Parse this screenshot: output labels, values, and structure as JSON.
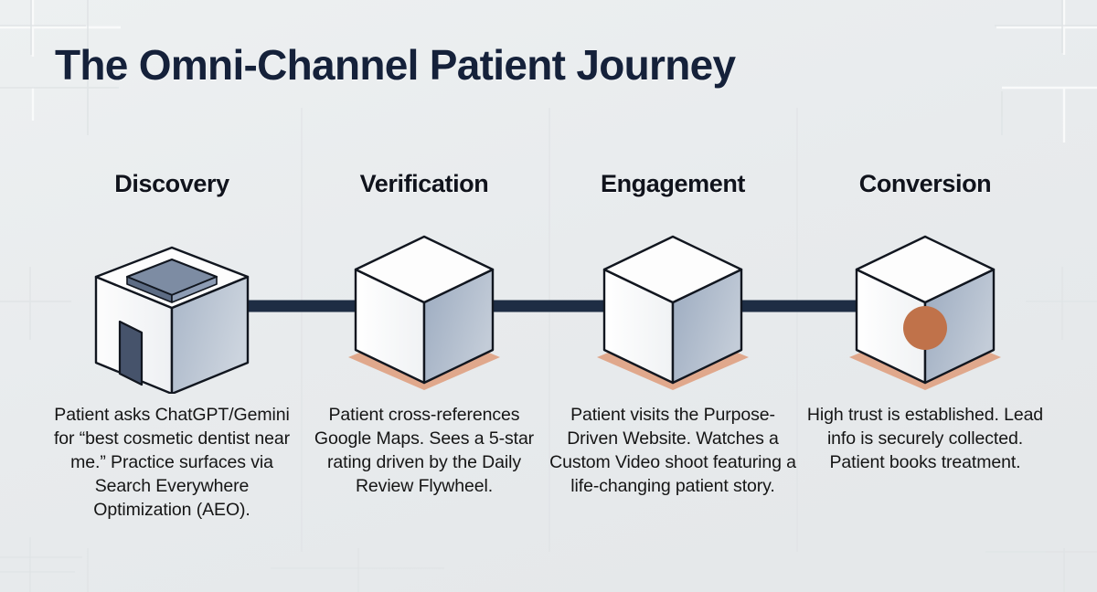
{
  "page": {
    "title": "The Omni-Channel Patient Journey",
    "background_color": "#e9ecee",
    "title_color": "#15213a",
    "connector_color": "#1e2d44",
    "accent_color": "#c0724a",
    "shadow_peach": "#e0a88c",
    "shadow_blue": "#8d9cb4",
    "cube_face_right": "#9fadc2",
    "cube_face_left": "#f6f7f8",
    "cube_face_top": "#fdfdfd",
    "outline_color": "#11161f"
  },
  "stages": [
    {
      "label": "Discovery",
      "icon": "isometric-tower-icon",
      "shadow_color": "#8d9cb4",
      "caption": "Patient asks ChatGPT/Gemini for “best cosmetic dentist near me.” Practice surfaces via Search Everywhere Optimization (AEO)."
    },
    {
      "label": "Verification",
      "icon": "isometric-cube-icon",
      "shadow_color": "#e0a88c",
      "caption": "Patient cross-references Google Maps. Sees a 5-star rating driven by the Daily Review Flywheel."
    },
    {
      "label": "Engagement",
      "icon": "isometric-cube-icon",
      "shadow_color": "#e0a88c",
      "caption": "Patient visits the Purpose-Driven Website. Watches a Custom Video shoot featuring a life-changing patient story."
    },
    {
      "label": "Conversion",
      "icon": "isometric-cube-node-icon",
      "shadow_color": "#e0a88c",
      "caption": "High trust is established. Lead info is securely collected. Patient books treatment."
    }
  ]
}
